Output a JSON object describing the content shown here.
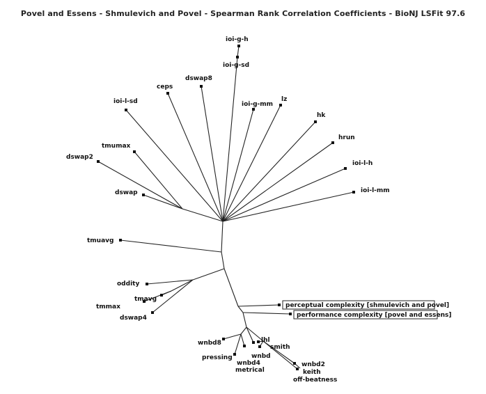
{
  "title": "Povel and Essens - Shmulevich and Povel - Spearman Rank Correlation Coefficients - BioNJ LSFit 97.6",
  "leaves": {
    "ioi_g_h": "ioi-g-h",
    "ioi_g_sd": "ioi-g-sd",
    "dswap8": "dswap8",
    "ceps": "ceps",
    "ioi_l_sd": "ioi-l-sd",
    "ioi_g_mm": "ioi-g-mm",
    "lz": "lz",
    "hk": "hk",
    "hrun": "hrun",
    "ioi_l_h": "ioi-l-h",
    "ioi_l_mm": "ioi-l-mm",
    "tmumax": "tmumax",
    "dswap2": "dswap2",
    "dswap": "dswap",
    "tmuavg": "tmuavg",
    "oddity": "oddity",
    "tmavg": "tmavg",
    "tmmax": "tmmax",
    "dswap4": "dswap4",
    "perceptual": "perceptual complexity [shmulevich and povel]",
    "performance": "performance complexity [povel and essens]",
    "wnbd8": "wnbd8",
    "pressing": "pressing",
    "wnbd4": "wnbd4",
    "metrical": "metrical",
    "wnbd": "wnbd",
    "lhl": "lhl",
    "smith": "smith",
    "wnbd2": "wnbd2",
    "keith": "keith",
    "off_beatness": "off-beatness"
  },
  "colors": {
    "line": "#222222",
    "background": "#ffffff"
  }
}
